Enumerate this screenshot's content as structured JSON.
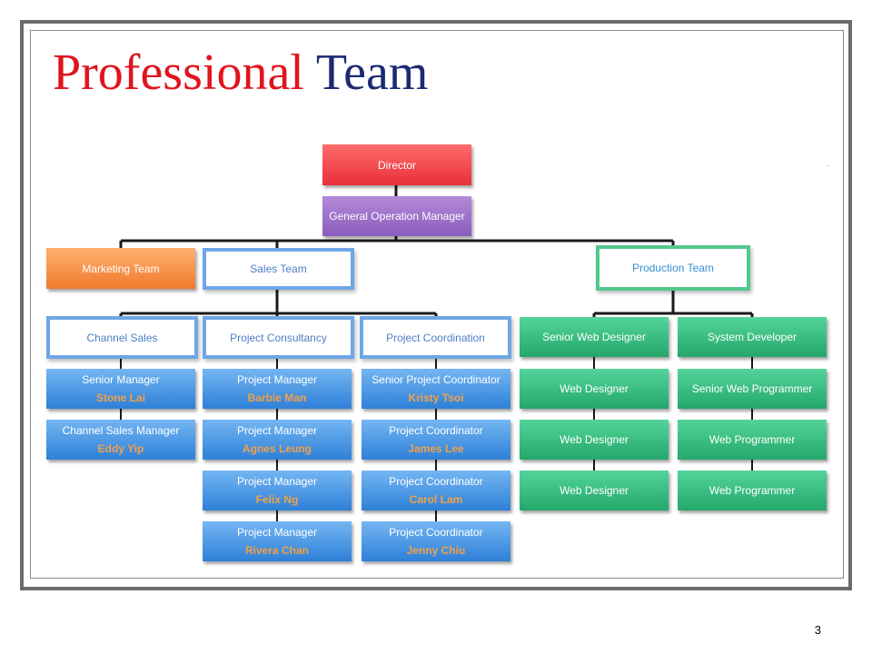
{
  "title": {
    "word1": "Professional",
    "word2": "Team"
  },
  "page_number": "3",
  "colors": {
    "title_red": "#e0141e",
    "title_navy": "#1c2a73",
    "director": "#e8303a",
    "manager": "#8a5cbc",
    "marketing": "#f07a2e",
    "sales": "#2e80d8",
    "production": "#24a86a",
    "person_name": "#f3a046"
  },
  "chart": {
    "director": "Director",
    "general_manager": "General Operation Manager",
    "teams": {
      "marketing": "Marketing Team",
      "sales": "Sales Team",
      "production": "Production Team"
    },
    "sales_divisions": [
      {
        "name": "Channel Sales",
        "members": [
          {
            "role": "Senior Manager",
            "person": "Stone Lai"
          },
          {
            "role": "Channel Sales Manager",
            "person": "Eddy Yip"
          }
        ]
      },
      {
        "name": "Project Consultancy",
        "members": [
          {
            "role": "Project Manager",
            "person": "Barbie Man"
          },
          {
            "role": "Project Manager",
            "person": "Agnes Leung"
          },
          {
            "role": "Project Manager",
            "person": "Felix Ng"
          },
          {
            "role": "Project Manager",
            "person": "Rivera Chan"
          }
        ]
      },
      {
        "name": "Project Coordination",
        "members": [
          {
            "role": "Senior Project Coordinator",
            "person": "Kristy Tsoi"
          },
          {
            "role": "Project Coordinator",
            "person": "James  Lee"
          },
          {
            "role": "Project Coordinator",
            "person": "Carol Lam"
          },
          {
            "role": "Project Coordinator",
            "person": "Jenny Chiu"
          }
        ]
      }
    ],
    "production_divisions": [
      {
        "name": "Senior Web Designer",
        "members": [
          {
            "role": "Web Designer"
          },
          {
            "role": "Web Designer"
          },
          {
            "role": "Web Designer"
          }
        ]
      },
      {
        "name": "System Developer",
        "members": [
          {
            "role": "Senior Web Programmer"
          },
          {
            "role": "Web Programmer"
          },
          {
            "role": "Web Programmer"
          }
        ]
      }
    ]
  }
}
